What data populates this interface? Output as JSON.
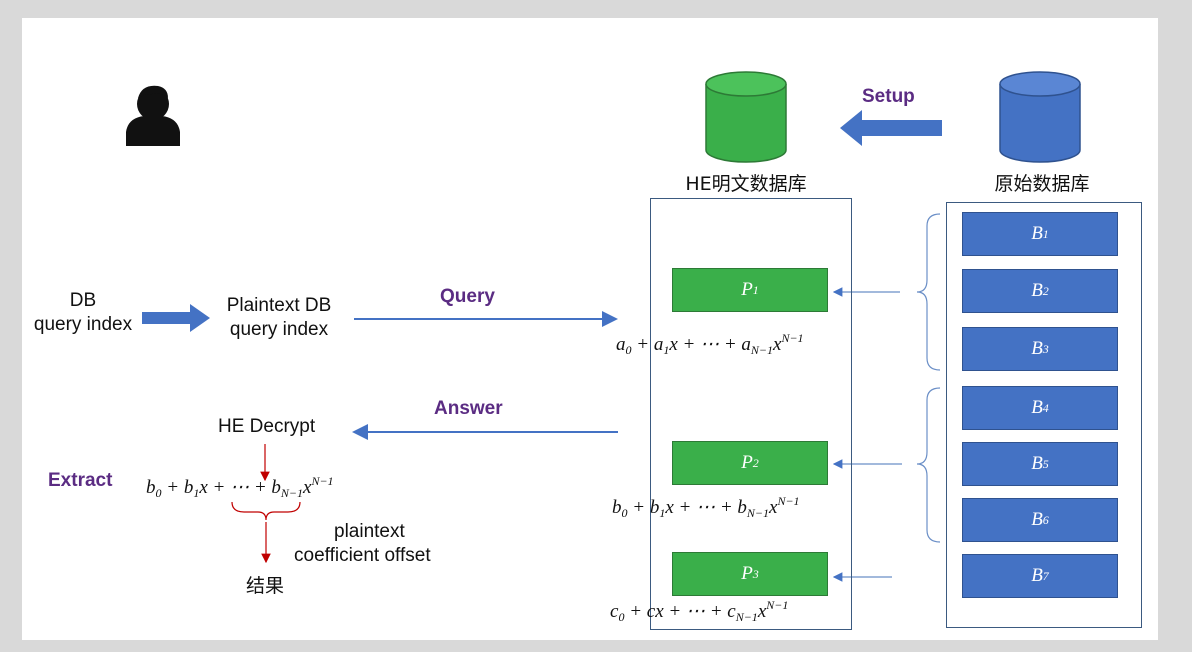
{
  "labels": {
    "setup": "Setup",
    "he_db": "HE明文数据库",
    "orig_db": "原始数据库",
    "db_index_1": "DB",
    "db_index_2": "query index",
    "pt_index_1": "Plaintext DB",
    "pt_index_2": "query index",
    "query": "Query",
    "answer": "Answer",
    "he_decrypt": "HE Decrypt",
    "extract": "Extract",
    "offset_1": "plaintext",
    "offset_2": "coefficient offset",
    "result": "结果"
  },
  "plaintexts": [
    "P",
    "P",
    "P"
  ],
  "plaintext_subs": [
    "1",
    "2",
    "3"
  ],
  "blocks": [
    "B",
    "B",
    "B",
    "B",
    "B",
    "B",
    "B"
  ],
  "block_subs": [
    "1",
    "2",
    "3",
    "4",
    "5",
    "6",
    "7"
  ],
  "colors": {
    "green_db": "#3aaf4a",
    "blue_db": "#4472c4",
    "arrow_blue": "#4472c4",
    "purple_label": "#5b2c83",
    "red_arrow": "#c00000"
  },
  "icons": [
    "user-icon",
    "database-icon"
  ]
}
